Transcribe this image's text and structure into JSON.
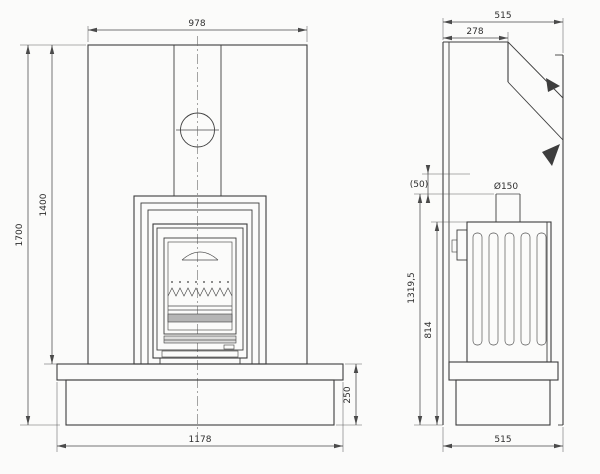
{
  "page": {
    "background": "#fbfbfa",
    "line_color": "#3d3d3d",
    "dim_color": "#4a4a4a"
  },
  "front_view": {
    "dims": {
      "top_width": "978",
      "total_height": "1700",
      "breast_height": "1400",
      "base_height": "250",
      "base_width": "1178"
    }
  },
  "side_view": {
    "dims": {
      "top_depth": "515",
      "chase_depth": "278",
      "flue_gap": "(50)",
      "flue_diameter": "Ø150",
      "flue_height": "1319,5",
      "stove_height": "814",
      "base_depth": "515"
    }
  }
}
